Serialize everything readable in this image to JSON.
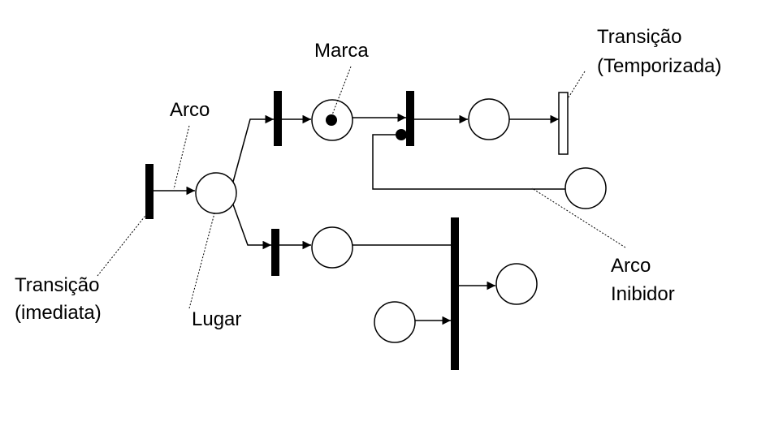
{
  "labels": {
    "arco": "Arco",
    "marca": "Marca",
    "transicao_temporizada_1": "Transição",
    "transicao_temporizada_2": "(Temporizada)",
    "transicao_imediata_1": "Transição",
    "transicao_imediata_2": "(imediata)",
    "lugar": "Lugar",
    "arco_inibidor_1": "Arco",
    "arco_inibidor_2": "Inibidor"
  },
  "colors": {
    "stroke": "#000000",
    "background": "#ffffff"
  }
}
